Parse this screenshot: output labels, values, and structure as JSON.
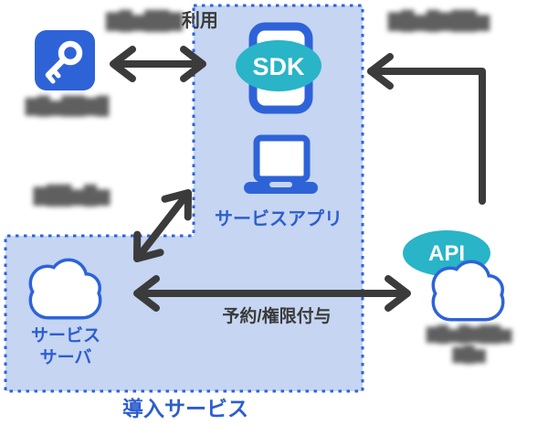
{
  "diagram": {
    "badges": {
      "sdk": "SDK",
      "api": "API"
    },
    "nodes": {
      "key_device": {
        "label_redacted": "▇█▆██▇█"
      },
      "service_app": {
        "label": "サービスアプリ"
      },
      "service_server": {
        "label_line1": "サービス",
        "label_line2": "サーバ"
      },
      "external_cloud": {
        "label_redacted_line1": "▇█▆█▇██▆",
        "label_redacted_line2": "▇█▆"
      }
    },
    "arrow_labels": {
      "top_left_redacted": "▇█▆██▇",
      "top_left_suffix": "利用",
      "top_right_redacted": "▇█▆█▇██▆",
      "left_middle_redacted": "▇██▆█▆",
      "reservation": "予約/権限付与"
    },
    "caption": "導入サービス",
    "colors": {
      "zone_fill": "#c5d5f2",
      "zone_border": "#2e63d8",
      "icon_blue": "#2e63d8",
      "badge_teal": "#29b4c8",
      "arrow_dark": "#3b3b3b",
      "label_blue": "#2d5ecf"
    }
  }
}
